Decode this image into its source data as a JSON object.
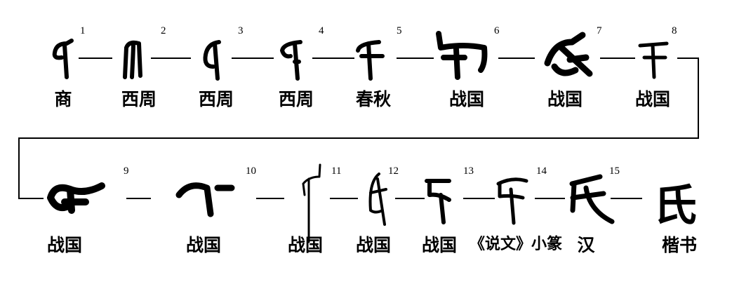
{
  "title": "氏字演变",
  "row1": [
    {
      "num": "1",
      "period": "商"
    },
    {
      "num": "2",
      "period": "西周"
    },
    {
      "num": "3",
      "period": "西周"
    },
    {
      "num": "4",
      "period": "西周"
    },
    {
      "num": "5",
      "period": "春秋"
    },
    {
      "num": "6",
      "period": "战国"
    },
    {
      "num": "7",
      "period": "战国"
    },
    {
      "num": "8",
      "period": "战国"
    }
  ],
  "row2": [
    {
      "num": "9",
      "period": "战国"
    },
    {
      "num": "10",
      "period": "战国"
    },
    {
      "num": "11",
      "period": "战国"
    },
    {
      "num": "12",
      "period": "战国"
    },
    {
      "num": "13",
      "period": "战国"
    },
    {
      "num": "14",
      "period": "《说文》小篆"
    },
    {
      "num": "15",
      "period": "汉"
    },
    {
      "period": "楷书",
      "character": "氏"
    }
  ]
}
